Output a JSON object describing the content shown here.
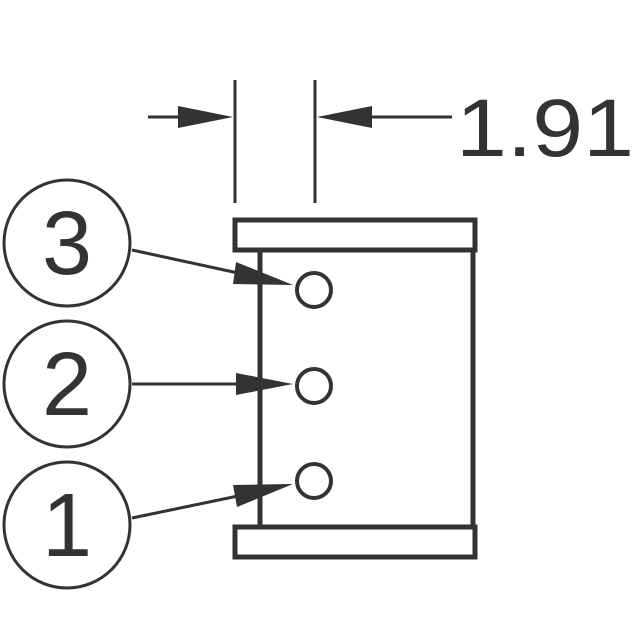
{
  "dimension": {
    "value": "1.91"
  },
  "pins": [
    {
      "id": "3",
      "label": "3"
    },
    {
      "id": "2",
      "label": "2"
    },
    {
      "id": "1",
      "label": "1"
    }
  ],
  "colors": {
    "stroke": "#333333",
    "background": "#ffffff"
  }
}
